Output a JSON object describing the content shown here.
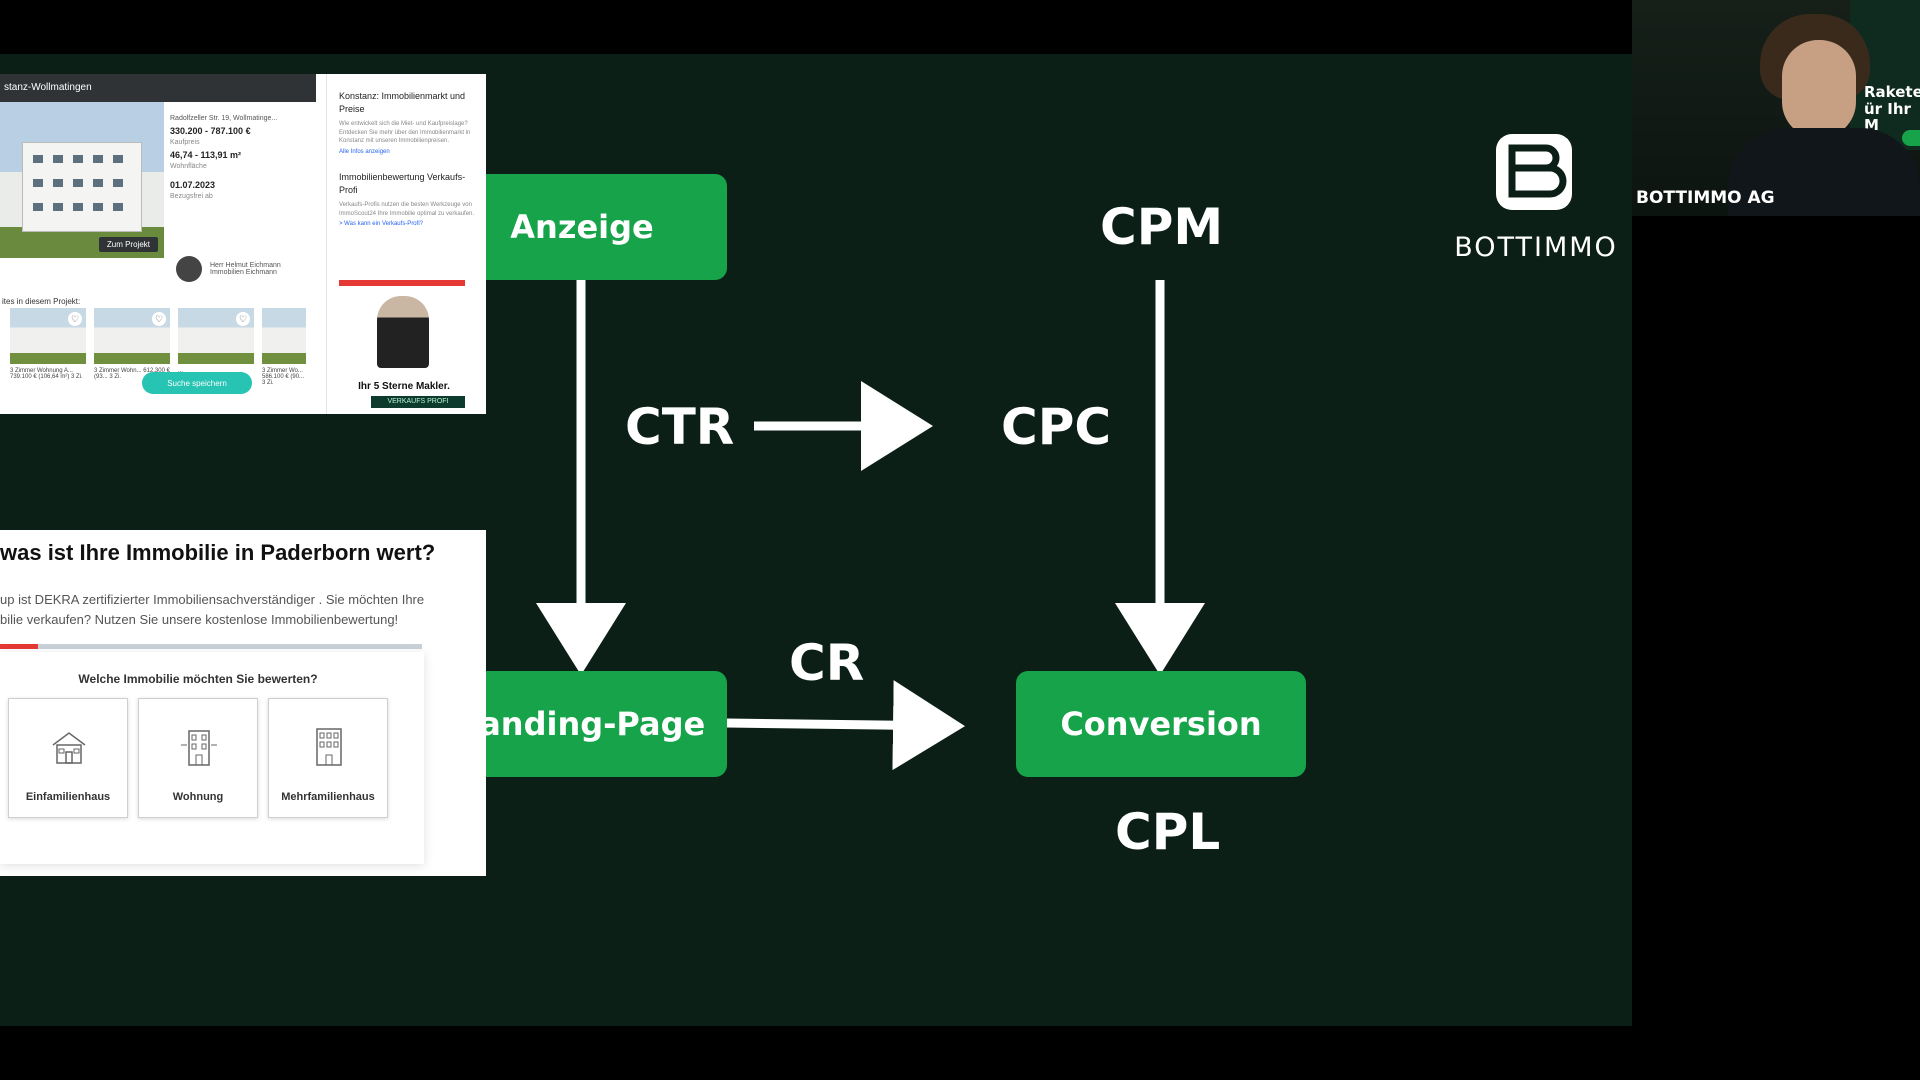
{
  "colors": {
    "slide_bg": "#0b1f17",
    "node_green": "#17a34a",
    "arrow": "#ffffff",
    "frame_bg": "#000000"
  },
  "flow": {
    "nodes": {
      "anzeige": "Anzeige",
      "landing_page": "Landing-Page",
      "conversion": "Conversion"
    },
    "metrics": {
      "cpm": "CPM",
      "ctr": "CTR",
      "cpc": "CPC",
      "cr": "CR",
      "cpl": "CPL"
    }
  },
  "ad_screenshot": {
    "topbar": "stanz-Wollmatingen",
    "address": "Radolfzeller Str. 19, Wollmatinge...",
    "price": "330.200 - 787.100 €",
    "price_caption": "Kaufpreis",
    "area": "46,74 - 113,91 m²",
    "area_caption": "Wohnfläche",
    "date": "01.07.2023",
    "date_caption": "Bezugsfrei ab",
    "project_button": "Zum Projekt",
    "agent_name": "Herr Helmut Eichmann",
    "agent_company": "Immobilien Eichmann",
    "thumbs_label": "ites in diesem Projekt:",
    "thumb_captions": [
      "3 Zimmer Wohnung A... 739.100 € (106,64 m²) 3 Zi.",
      "3 Zimmer Wohn... 612.300 € (93... 3 Zi.",
      "...",
      "3 Zimmer Wo... 586.100 € (90... 3 Zi."
    ],
    "save_button": "Suche speichern",
    "side_title": "Konstanz: Immobilienmarkt und Preise",
    "side_text": "Wie entwickelt sich die Miet- und Kaufpreislage? Entdecken Sie mehr über den Immobilienmarkt in Konstanz mit unseren Immobilienpreisen.",
    "side_link": "Alle Infos anzeigen",
    "side_title2": "Immobilienbewertung Verkaufs-Profi",
    "side_text2": "Verkaufs-Profis nutzen die besten Werkzeuge von ImmoScout24 Ihre Immobilie optimal zu verkaufen.",
    "side_link2": "> Was kann ein Verkaufs-Profi?",
    "promo_tagline": "Ihr 5 Sterne Makler.",
    "promo_band": "VERKAUFS PROFI"
  },
  "landing_screenshot": {
    "title": "was ist Ihre Immobilie in Paderborn wert?",
    "subtitle": "up ist DEKRA zertifizierter Immobiliensachverständiger . Sie möchten Ihre\nbilie verkaufen? Nutzen Sie unsere kostenlose Immobilienbewertung!",
    "progress": 0.09,
    "question": "Welche Immobilie möchten Sie bewerten?",
    "options": [
      "Einfamilienhaus",
      "Wohnung",
      "Mehrfamilienhaus"
    ],
    "option_icons": [
      "house-icon",
      "apartment-icon",
      "building-icon"
    ]
  },
  "logo": {
    "wordmark": "BOTTIMMO"
  },
  "webcam": {
    "participant_name": "BOTTIMMO AG",
    "poster_text": "Rakete\nür Ihr M"
  }
}
